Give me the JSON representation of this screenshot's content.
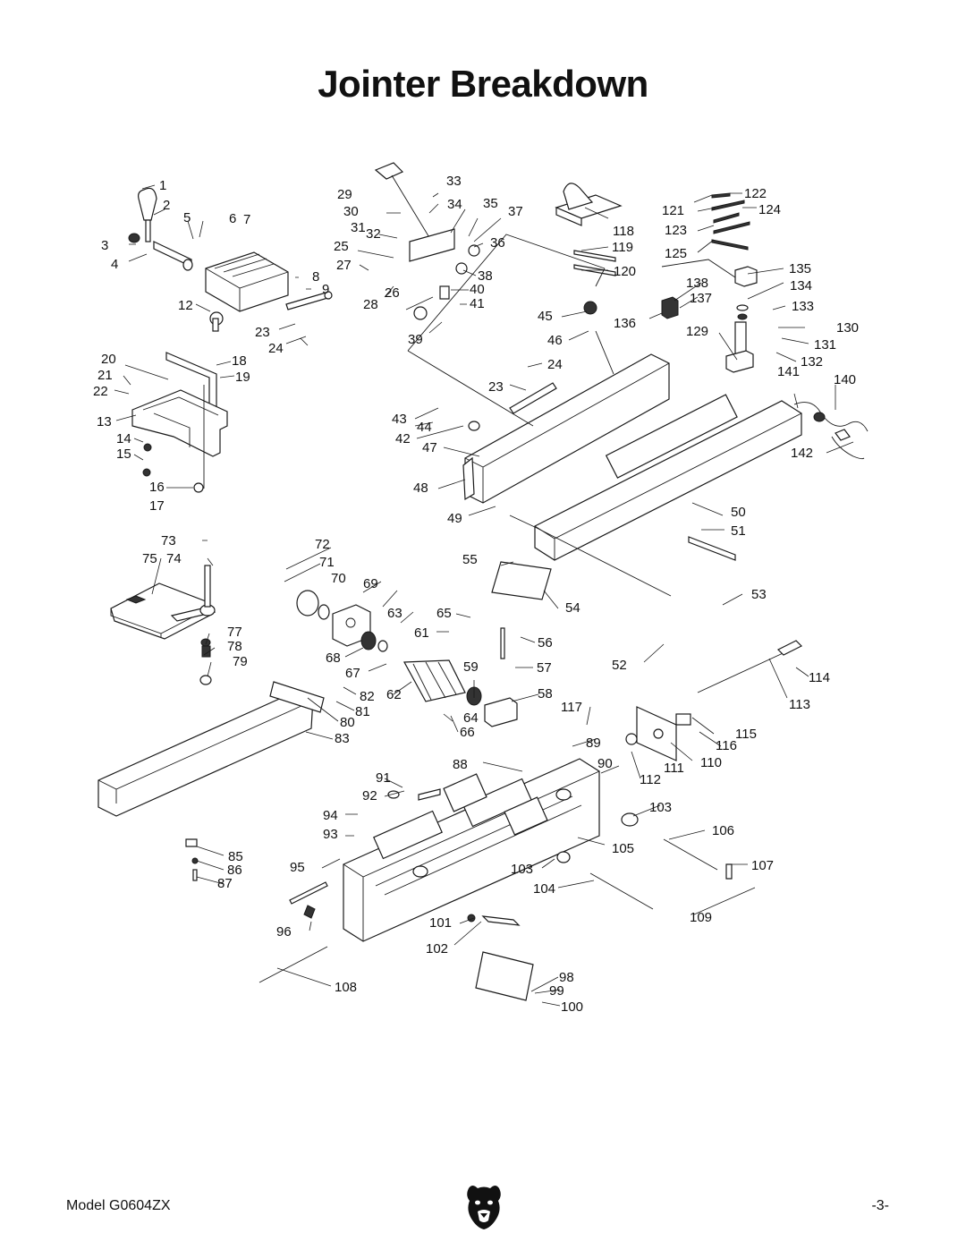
{
  "page": {
    "title": "Jointer Breakdown",
    "model": "Model G0604ZX",
    "page_number": "-3-"
  },
  "logo": {
    "icon": "bear-head-logo-icon"
  },
  "callouts": [
    {
      "id": "c1",
      "text": "1"
    },
    {
      "id": "c2",
      "text": "2"
    },
    {
      "id": "c3",
      "text": "3"
    },
    {
      "id": "c4",
      "text": "4"
    },
    {
      "id": "c5",
      "text": "5"
    },
    {
      "id": "c6",
      "text": "6"
    },
    {
      "id": "c7",
      "text": "7"
    },
    {
      "id": "c8",
      "text": "8"
    },
    {
      "id": "c9",
      "text": "9"
    },
    {
      "id": "c12",
      "text": "12"
    },
    {
      "id": "c13",
      "text": "13"
    },
    {
      "id": "c14",
      "text": "14"
    },
    {
      "id": "c15",
      "text": "15"
    },
    {
      "id": "c16",
      "text": "16"
    },
    {
      "id": "c17",
      "text": "17"
    },
    {
      "id": "c18",
      "text": "18"
    },
    {
      "id": "c19",
      "text": "19"
    },
    {
      "id": "c20",
      "text": "20"
    },
    {
      "id": "c21",
      "text": "21"
    },
    {
      "id": "c22",
      "text": "22"
    },
    {
      "id": "c23a",
      "text": "23"
    },
    {
      "id": "c24a",
      "text": "24"
    },
    {
      "id": "c25",
      "text": "25"
    },
    {
      "id": "c26",
      "text": "26"
    },
    {
      "id": "c27",
      "text": "27"
    },
    {
      "id": "c28",
      "text": "28"
    },
    {
      "id": "c29",
      "text": "29"
    },
    {
      "id": "c30",
      "text": "30"
    },
    {
      "id": "c31",
      "text": "31"
    },
    {
      "id": "c32",
      "text": "32"
    },
    {
      "id": "c33",
      "text": "33"
    },
    {
      "id": "c34",
      "text": "34"
    },
    {
      "id": "c35",
      "text": "35"
    },
    {
      "id": "c36",
      "text": "36"
    },
    {
      "id": "c37",
      "text": "37"
    },
    {
      "id": "c38",
      "text": "38"
    },
    {
      "id": "c39",
      "text": "39"
    },
    {
      "id": "c40",
      "text": "40"
    },
    {
      "id": "c41",
      "text": "41"
    },
    {
      "id": "c42",
      "text": "42"
    },
    {
      "id": "c43",
      "text": "43"
    },
    {
      "id": "c44",
      "text": "44"
    },
    {
      "id": "c45",
      "text": "45"
    },
    {
      "id": "c46",
      "text": "46"
    },
    {
      "id": "c47",
      "text": "47"
    },
    {
      "id": "c48",
      "text": "48"
    },
    {
      "id": "c49",
      "text": "49"
    },
    {
      "id": "c50",
      "text": "50"
    },
    {
      "id": "c51",
      "text": "51"
    },
    {
      "id": "c52",
      "text": "52"
    },
    {
      "id": "c53",
      "text": "53"
    },
    {
      "id": "c54",
      "text": "54"
    },
    {
      "id": "c55",
      "text": "55"
    },
    {
      "id": "c56",
      "text": "56"
    },
    {
      "id": "c57",
      "text": "57"
    },
    {
      "id": "c58",
      "text": "58"
    },
    {
      "id": "c59",
      "text": "59"
    },
    {
      "id": "c61",
      "text": "61"
    },
    {
      "id": "c62",
      "text": "62"
    },
    {
      "id": "c63",
      "text": "63"
    },
    {
      "id": "c64",
      "text": "64"
    },
    {
      "id": "c65",
      "text": "65"
    },
    {
      "id": "c66",
      "text": "66"
    },
    {
      "id": "c67",
      "text": "67"
    },
    {
      "id": "c68",
      "text": "68"
    },
    {
      "id": "c69",
      "text": "69"
    },
    {
      "id": "c70",
      "text": "70"
    },
    {
      "id": "c71",
      "text": "71"
    },
    {
      "id": "c72",
      "text": "72"
    },
    {
      "id": "c73",
      "text": "73"
    },
    {
      "id": "c74",
      "text": "74"
    },
    {
      "id": "c75",
      "text": "75"
    },
    {
      "id": "c77",
      "text": "77"
    },
    {
      "id": "c78",
      "text": "78"
    },
    {
      "id": "c79",
      "text": "79"
    },
    {
      "id": "c80",
      "text": "80"
    },
    {
      "id": "c81",
      "text": "81"
    },
    {
      "id": "c82",
      "text": "82"
    },
    {
      "id": "c83",
      "text": "83"
    },
    {
      "id": "c85",
      "text": "85"
    },
    {
      "id": "c86",
      "text": "86"
    },
    {
      "id": "c87",
      "text": "87"
    },
    {
      "id": "c88",
      "text": "88"
    },
    {
      "id": "c89",
      "text": "89"
    },
    {
      "id": "c90",
      "text": "90"
    },
    {
      "id": "c91",
      "text": "91"
    },
    {
      "id": "c92",
      "text": "92"
    },
    {
      "id": "c93",
      "text": "93"
    },
    {
      "id": "c94",
      "text": "94"
    },
    {
      "id": "c95",
      "text": "95"
    },
    {
      "id": "c96",
      "text": "96"
    },
    {
      "id": "c98",
      "text": "98"
    },
    {
      "id": "c99",
      "text": "99"
    },
    {
      "id": "c100",
      "text": "100"
    },
    {
      "id": "c101",
      "text": "101"
    },
    {
      "id": "c102",
      "text": "102"
    },
    {
      "id": "c103a",
      "text": "103"
    },
    {
      "id": "c103b",
      "text": "103"
    },
    {
      "id": "c104",
      "text": "104"
    },
    {
      "id": "c105",
      "text": "105"
    },
    {
      "id": "c106",
      "text": "106"
    },
    {
      "id": "c107",
      "text": "107"
    },
    {
      "id": "c108",
      "text": "108"
    },
    {
      "id": "c109",
      "text": "109"
    },
    {
      "id": "c110",
      "text": "110"
    },
    {
      "id": "c111",
      "text": "111"
    },
    {
      "id": "c112",
      "text": "112"
    },
    {
      "id": "c113",
      "text": "113"
    },
    {
      "id": "c114",
      "text": "114"
    },
    {
      "id": "c115",
      "text": "115"
    },
    {
      "id": "c116",
      "text": "116"
    },
    {
      "id": "c117",
      "text": "117"
    },
    {
      "id": "c118",
      "text": "118"
    },
    {
      "id": "c119",
      "text": "119"
    },
    {
      "id": "c120",
      "text": "120"
    },
    {
      "id": "c121",
      "text": "121"
    },
    {
      "id": "c122",
      "text": "122"
    },
    {
      "id": "c123",
      "text": "123"
    },
    {
      "id": "c124",
      "text": "124"
    },
    {
      "id": "c125",
      "text": "125"
    },
    {
      "id": "c129",
      "text": "129"
    },
    {
      "id": "c130",
      "text": "130"
    },
    {
      "id": "c131",
      "text": "131"
    },
    {
      "id": "c132",
      "text": "132"
    },
    {
      "id": "c133",
      "text": "133"
    },
    {
      "id": "c134",
      "text": "134"
    },
    {
      "id": "c135",
      "text": "135"
    },
    {
      "id": "c136",
      "text": "136"
    },
    {
      "id": "c137",
      "text": "137"
    },
    {
      "id": "c138",
      "text": "138"
    },
    {
      "id": "c140",
      "text": "140"
    },
    {
      "id": "c141",
      "text": "141"
    },
    {
      "id": "c142",
      "text": "142"
    },
    {
      "id": "c23b",
      "text": "23"
    },
    {
      "id": "c24b",
      "text": "24"
    }
  ]
}
